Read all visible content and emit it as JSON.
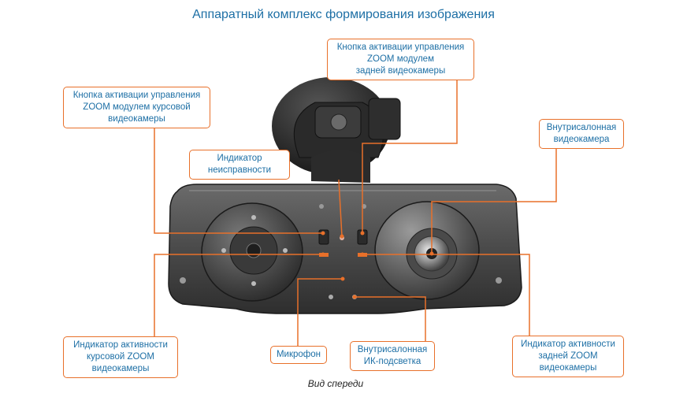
{
  "title": "Аппаратный комплекс формирования изображения",
  "caption": "Вид спереди",
  "accent_color": "#e8702a",
  "text_color": "#1d6fa5",
  "callouts": {
    "zoom_rear": [
      "Кнопка активации управления",
      "ZOOM модулем",
      "задней видеокамеры"
    ],
    "zoom_front": [
      "Кнопка активации управления",
      "ZOOM модулем курсовой",
      "видеокамеры"
    ],
    "fault": [
      "Индикатор",
      "неисправности"
    ],
    "interior_camera": [
      "Внутрисалонная",
      "видеокамера"
    ],
    "front_activity": [
      "Индикатор активности",
      "курсовой ZOOM",
      "видеокамеры"
    ],
    "microphone": [
      "Микрофон"
    ],
    "ir_light": [
      "Внутрисалонная",
      "ИК-подсветка"
    ],
    "rear_activity": [
      "Индикатор активности",
      "задней ZOOM",
      "видеокамеры"
    ]
  }
}
